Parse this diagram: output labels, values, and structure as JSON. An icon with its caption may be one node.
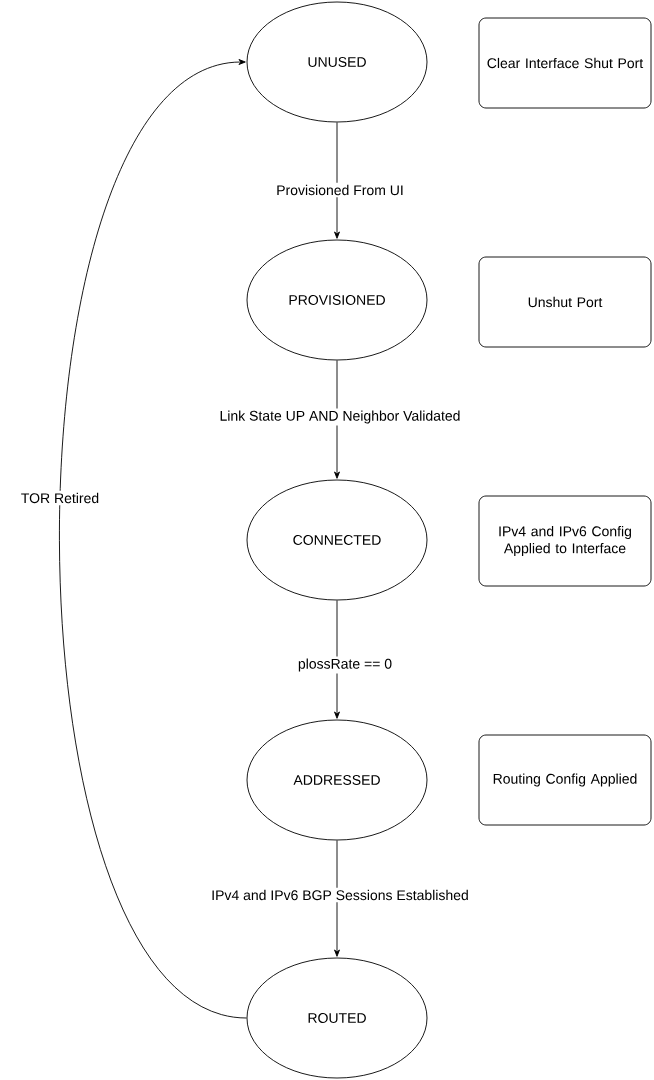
{
  "diagram": {
    "nodes": [
      {
        "text": [
          "UNUSED"
        ]
      },
      {
        "text": [
          "Clear Interface Shut Port"
        ]
      },
      {
        "text": [
          "PROVISIONED"
        ]
      },
      {
        "text": [
          "Unshut Port"
        ]
      },
      {
        "text": [
          "CONNECTED"
        ]
      },
      {
        "text": [
          "IPv4 and IPv6 Config Applied to Interface"
        ]
      },
      {
        "text": [
          "ADDRESSED"
        ]
      },
      {
        "text": [
          "Routing Config Applied"
        ]
      },
      {
        "text": [
          "ROUTED"
        ]
      }
    ],
    "edges": [
      {
        "from": 0,
        "to": 2,
        "arrow": "to",
        "label": "Provisioned From UI"
      },
      {
        "from": 2,
        "to": 4,
        "arrow": "to",
        "label": "Link State UP AND Neighbor Validated"
      },
      {
        "from": 4,
        "to": 6,
        "arrow": "to",
        "label": "plossRate == 0"
      },
      {
        "from": 6,
        "to": 8,
        "arrow": "to",
        "label": "IPv4 and IPv6 BGP Sessions Established"
      },
      {
        "from": 8,
        "to": 0,
        "arrow": "to",
        "label": "TOR Retired"
      }
    ]
  }
}
